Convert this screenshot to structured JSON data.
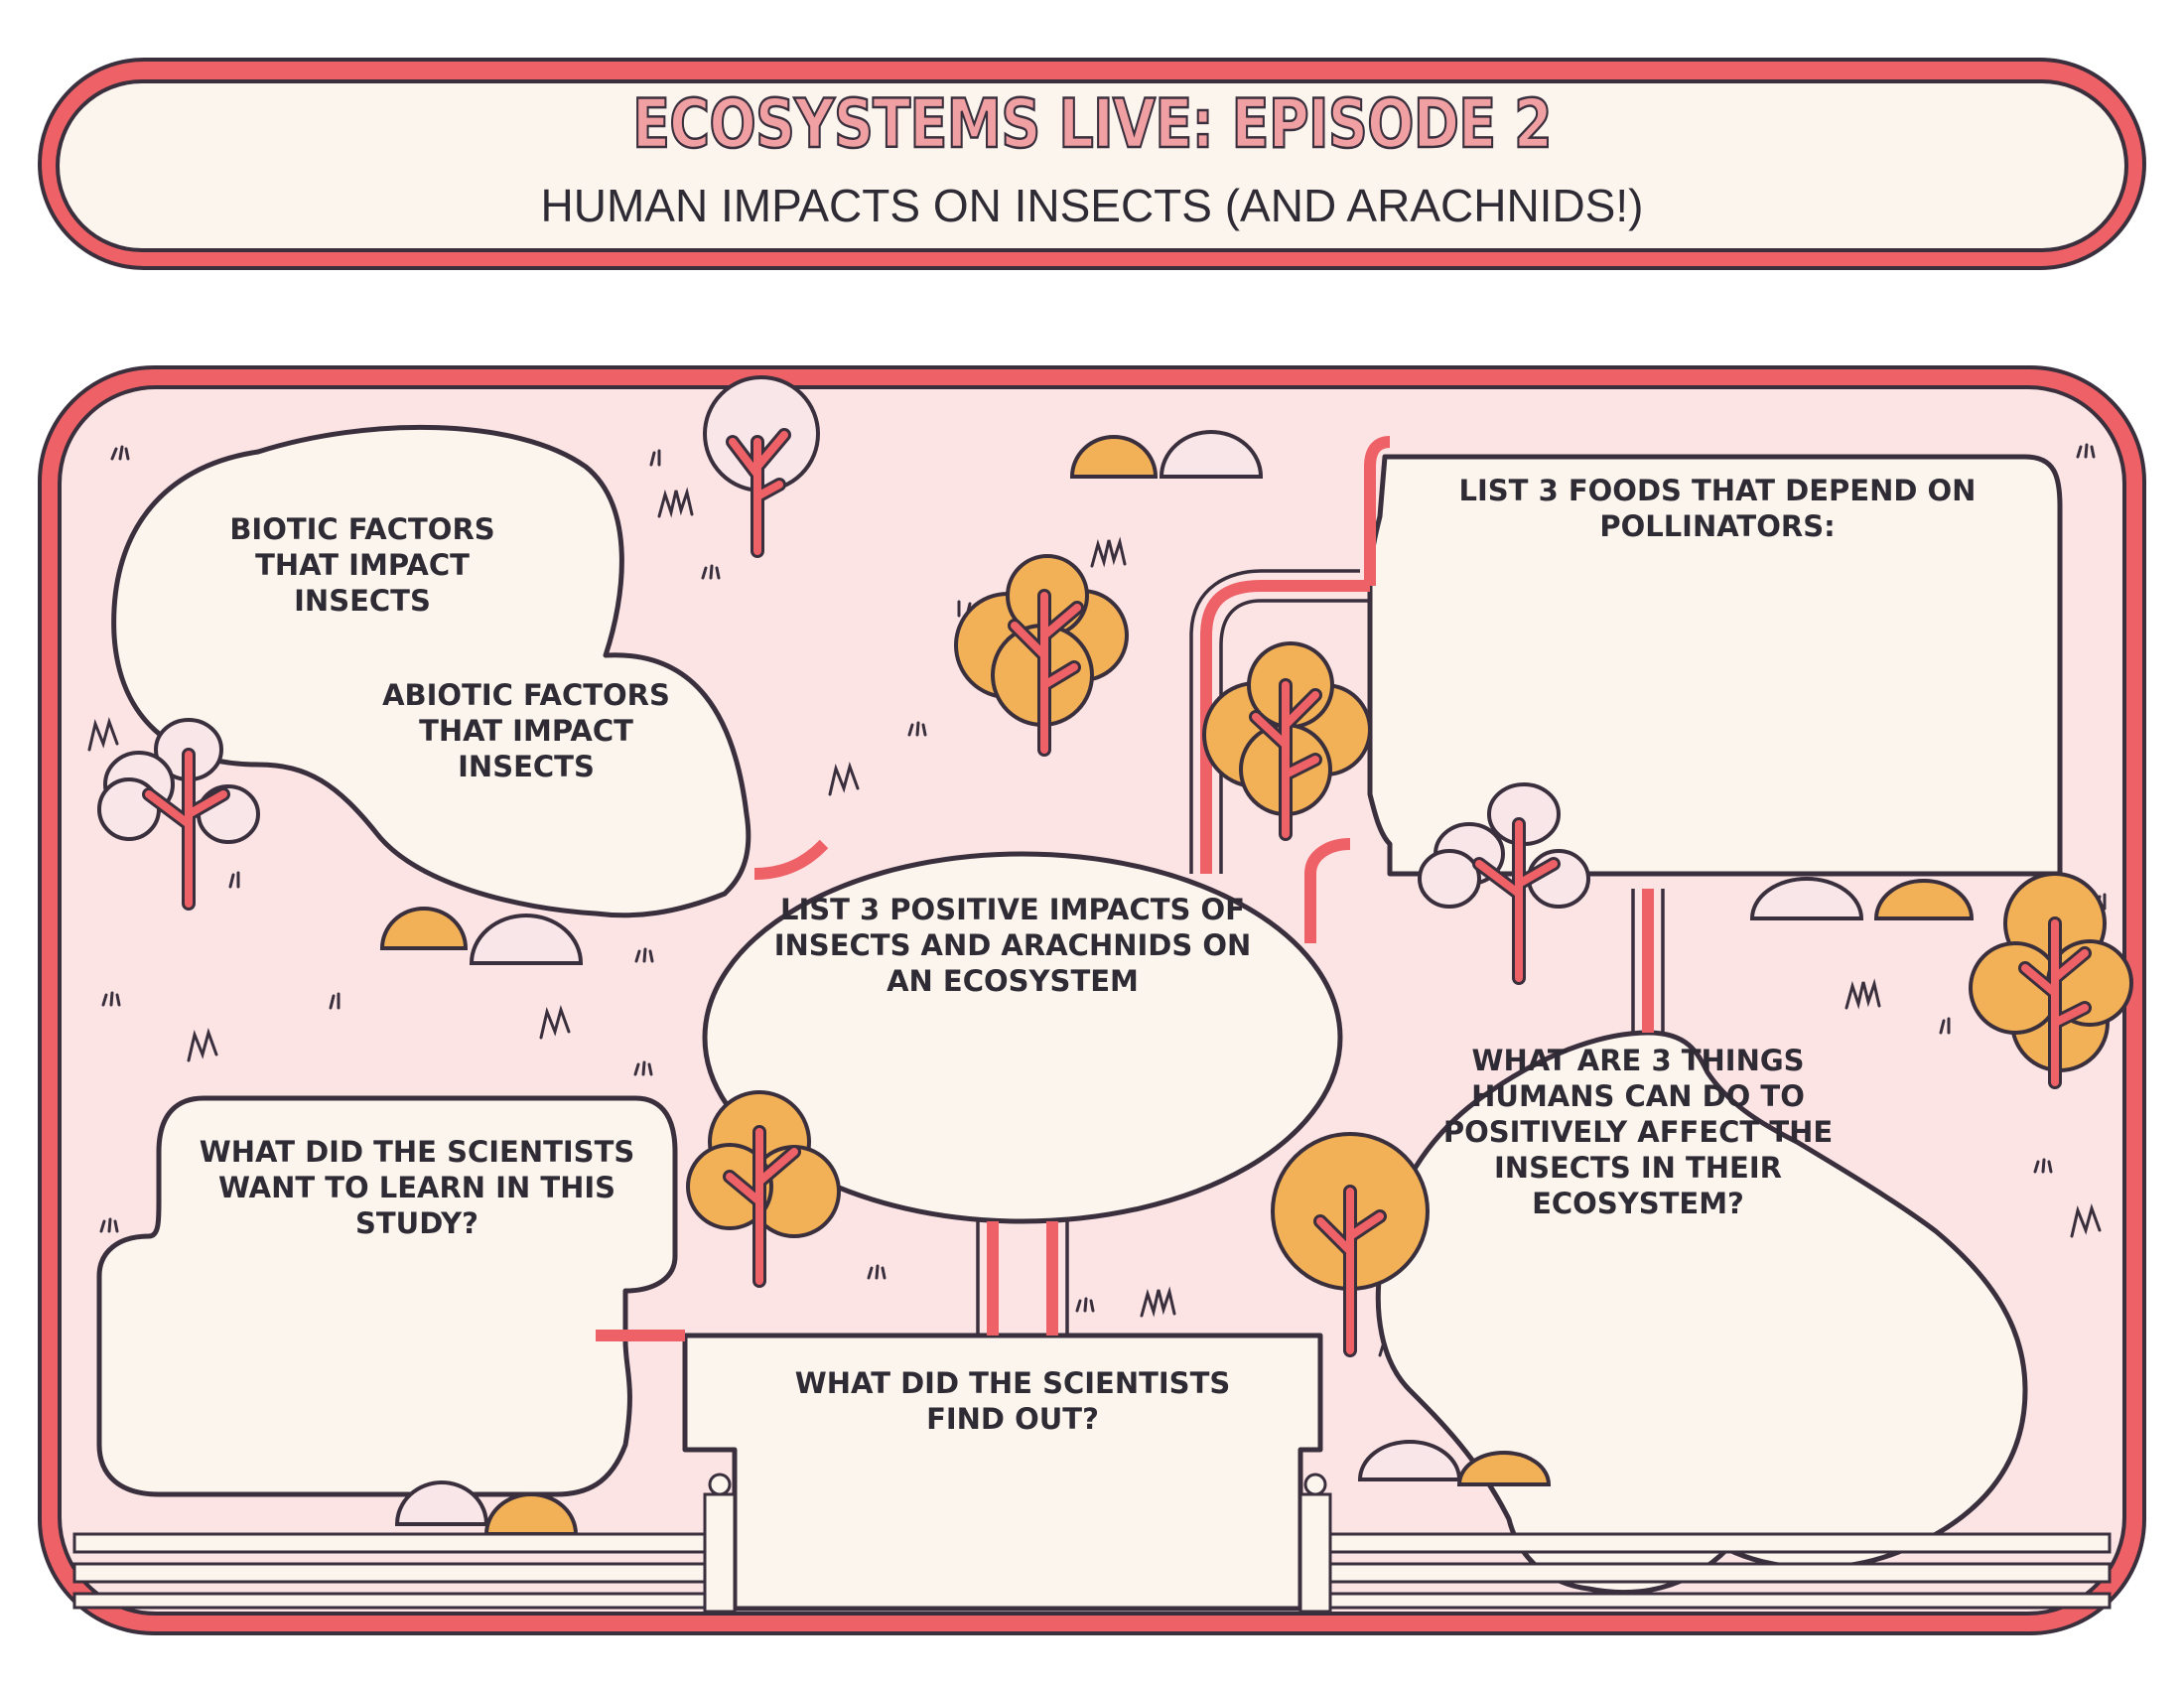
{
  "header": {
    "title": "ECOSYSTEMS LIVE: EPISODE 2",
    "subtitle": "HUMAN IMPACTS ON INSECTS (AND ARACHNIDS!)"
  },
  "prompts": {
    "biotic": "BIOTIC FACTORS THAT IMPACT INSECTS",
    "abiotic": "ABIOTIC FACTORS THAT IMPACT INSECTS",
    "positive_impacts": "LIST 3 POSITIVE IMPACTS OF INSECTS AND ARACHNIDS ON AN ECOSYSTEM",
    "pollinator_foods": "LIST 3 FOODS THAT DEPEND ON POLLINATORS:",
    "human_actions": "WHAT ARE 3 THINGS HUMANS CAN DO TO POSITIVELY AFFECT THE INSECTS IN THEIR ECOSYSTEM?",
    "scientists_learn": "WHAT DID THE SCIENTISTS WANT TO LEARN IN THIS STUDY?",
    "scientists_find": "WHAT DID THE SCIENTISTS FIND OUT?"
  },
  "colors": {
    "border_red": "#ee6166",
    "outline": "#3a2f3d",
    "answer_box": "#fcf5ee",
    "background_pink": "#fce4e5",
    "tree_orange": "#f3b157",
    "tree_pale": "#f9e6e8"
  }
}
